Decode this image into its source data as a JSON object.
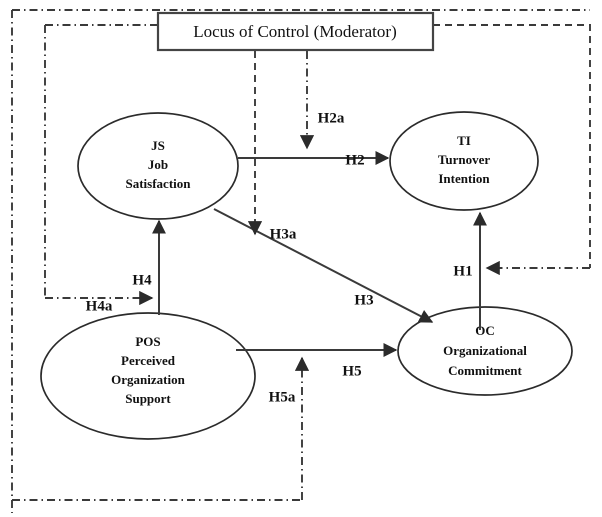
{
  "diagram": {
    "title": "Locus of Control moderation research model",
    "moderator_box": {
      "label": "Locus of Control (Moderator)"
    },
    "constructs": [
      {
        "id": "JS",
        "abbr": "JS",
        "line2": "Job",
        "line3": "Satisfaction"
      },
      {
        "id": "TI",
        "abbr": "TI",
        "line2": "Turnover",
        "line3": "Intention"
      },
      {
        "id": "POS",
        "abbr": "POS",
        "line2": "Perceived",
        "line3": "Organization",
        "line4": "Support"
      },
      {
        "id": "OC",
        "abbr": "OC",
        "line2": "Organizational",
        "line3": "Commitment"
      }
    ],
    "hypotheses": [
      {
        "id": "H1",
        "label": "H1",
        "from": "OC",
        "to": "TI",
        "style": "solid"
      },
      {
        "id": "H2",
        "label": "H2",
        "from": "JS",
        "to": "TI",
        "style": "solid"
      },
      {
        "id": "H2a",
        "label": "H2a",
        "from": "Locus of Control (Moderator)",
        "to": "H2",
        "style": "dash-dot"
      },
      {
        "id": "H3",
        "label": "H3",
        "from": "JS",
        "to": "OC",
        "style": "solid"
      },
      {
        "id": "H3a",
        "label": "H3a",
        "from": "Locus of Control (Moderator)",
        "to": "H3",
        "style": "dashed"
      },
      {
        "id": "H4",
        "label": "H4",
        "from": "POS",
        "to": "JS",
        "style": "solid"
      },
      {
        "id": "H4a",
        "label": "H4a",
        "from": "Locus of Control (Moderator)",
        "to": "H4",
        "style": "dash-dot"
      },
      {
        "id": "H5",
        "label": "H5",
        "from": "POS",
        "to": "OC",
        "style": "solid"
      },
      {
        "id": "H5a",
        "label": "H5a",
        "from": "Locus of Control (Moderator)",
        "to": "H5",
        "style": "dash-dot"
      },
      {
        "id": "H1a",
        "label": "",
        "from": "Locus of Control (Moderator)",
        "to": "H1",
        "style": "dashed"
      }
    ],
    "colors": {
      "stroke": "#3a3a3a",
      "text": "#111111",
      "background": "#ffffff"
    }
  }
}
